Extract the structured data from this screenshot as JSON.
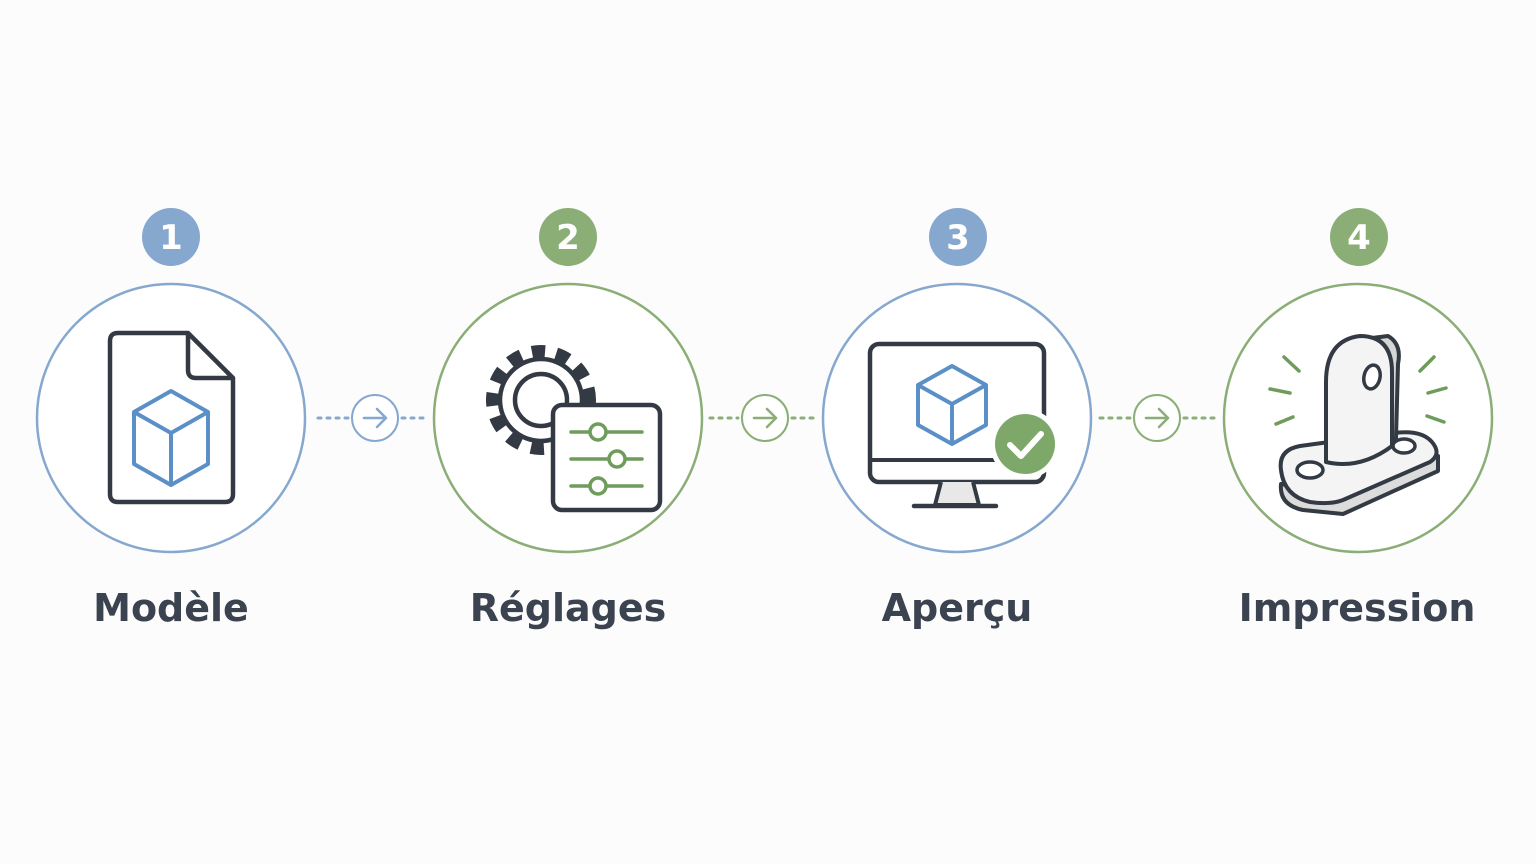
{
  "colors": {
    "blue": "#86a8cf",
    "green": "#8aae76",
    "blue_icon": "#5b8fc7",
    "green_icon": "#6f9c5b",
    "ink": "#333a44",
    "label": "#3b4350"
  },
  "steps": [
    {
      "number": "1",
      "label": "Modèle",
      "icon": "3d-model-file-icon",
      "accent": "blue"
    },
    {
      "number": "2",
      "label": "Réglages",
      "icon": "settings-sliders-icon",
      "accent": "green"
    },
    {
      "number": "3",
      "label": "Aperçu",
      "icon": "monitor-preview-check-icon",
      "accent": "blue"
    },
    {
      "number": "4",
      "label": "Impression",
      "icon": "printed-bracket-part-icon",
      "accent": "green"
    }
  ],
  "connectors": [
    {
      "icon": "arrow-right-icon",
      "accent": "blue"
    },
    {
      "icon": "arrow-right-icon",
      "accent": "green"
    },
    {
      "icon": "arrow-right-icon",
      "accent": "green"
    }
  ]
}
